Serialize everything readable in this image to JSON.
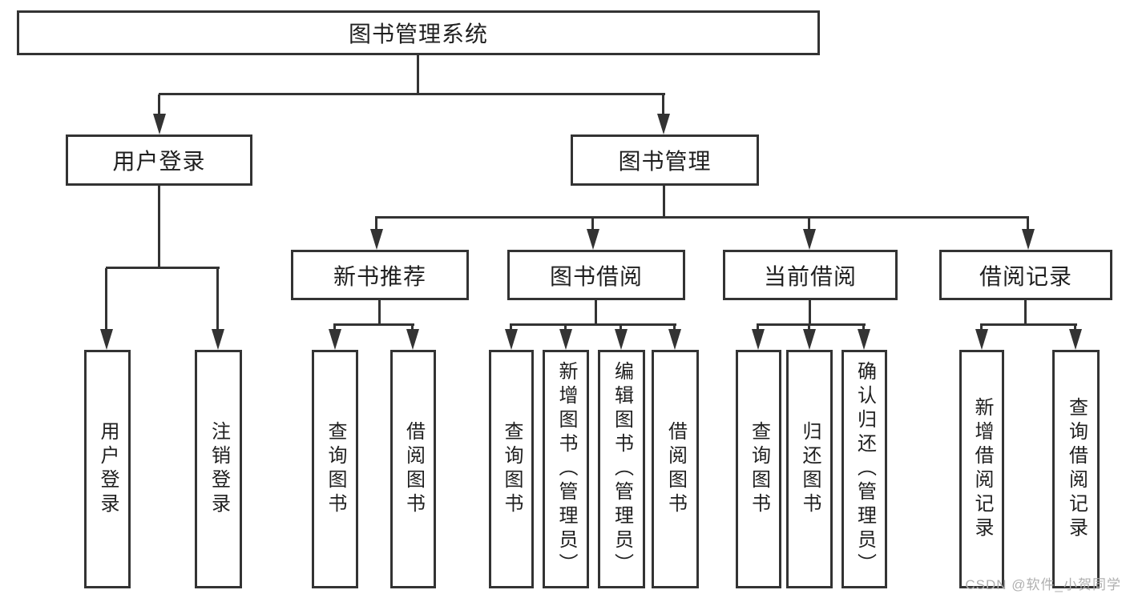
{
  "diagram": {
    "title": "图书管理系统",
    "root": {
      "label": "图书管理系统"
    },
    "branches": [
      {
        "label": "用户登录",
        "children": [
          {
            "label": "用户登录"
          },
          {
            "label": "注销登录"
          }
        ]
      },
      {
        "label": "图书管理",
        "children": [
          {
            "label": "新书推荐",
            "children": [
              {
                "label": "查询图书"
              },
              {
                "label": "借阅图书"
              }
            ]
          },
          {
            "label": "图书借阅",
            "children": [
              {
                "label": "查询图书"
              },
              {
                "label": "新增图书（管理员）"
              },
              {
                "label": "编辑图书（管理员）"
              },
              {
                "label": "借阅图书"
              }
            ]
          },
          {
            "label": "当前借阅",
            "children": [
              {
                "label": "查询图书"
              },
              {
                "label": "归还图书"
              },
              {
                "label": "确认归还（管理员）"
              }
            ]
          },
          {
            "label": "借阅记录",
            "children": [
              {
                "label": "新增借阅记录"
              },
              {
                "label": "查询借阅记录"
              }
            ]
          }
        ]
      }
    ]
  },
  "watermark": {
    "text": "CSDN @软件_小贺同学"
  },
  "colors": {
    "line": "#333333",
    "text": "#1f1f1f",
    "watermark": "#b0b0b0",
    "background": "#ffffff"
  }
}
